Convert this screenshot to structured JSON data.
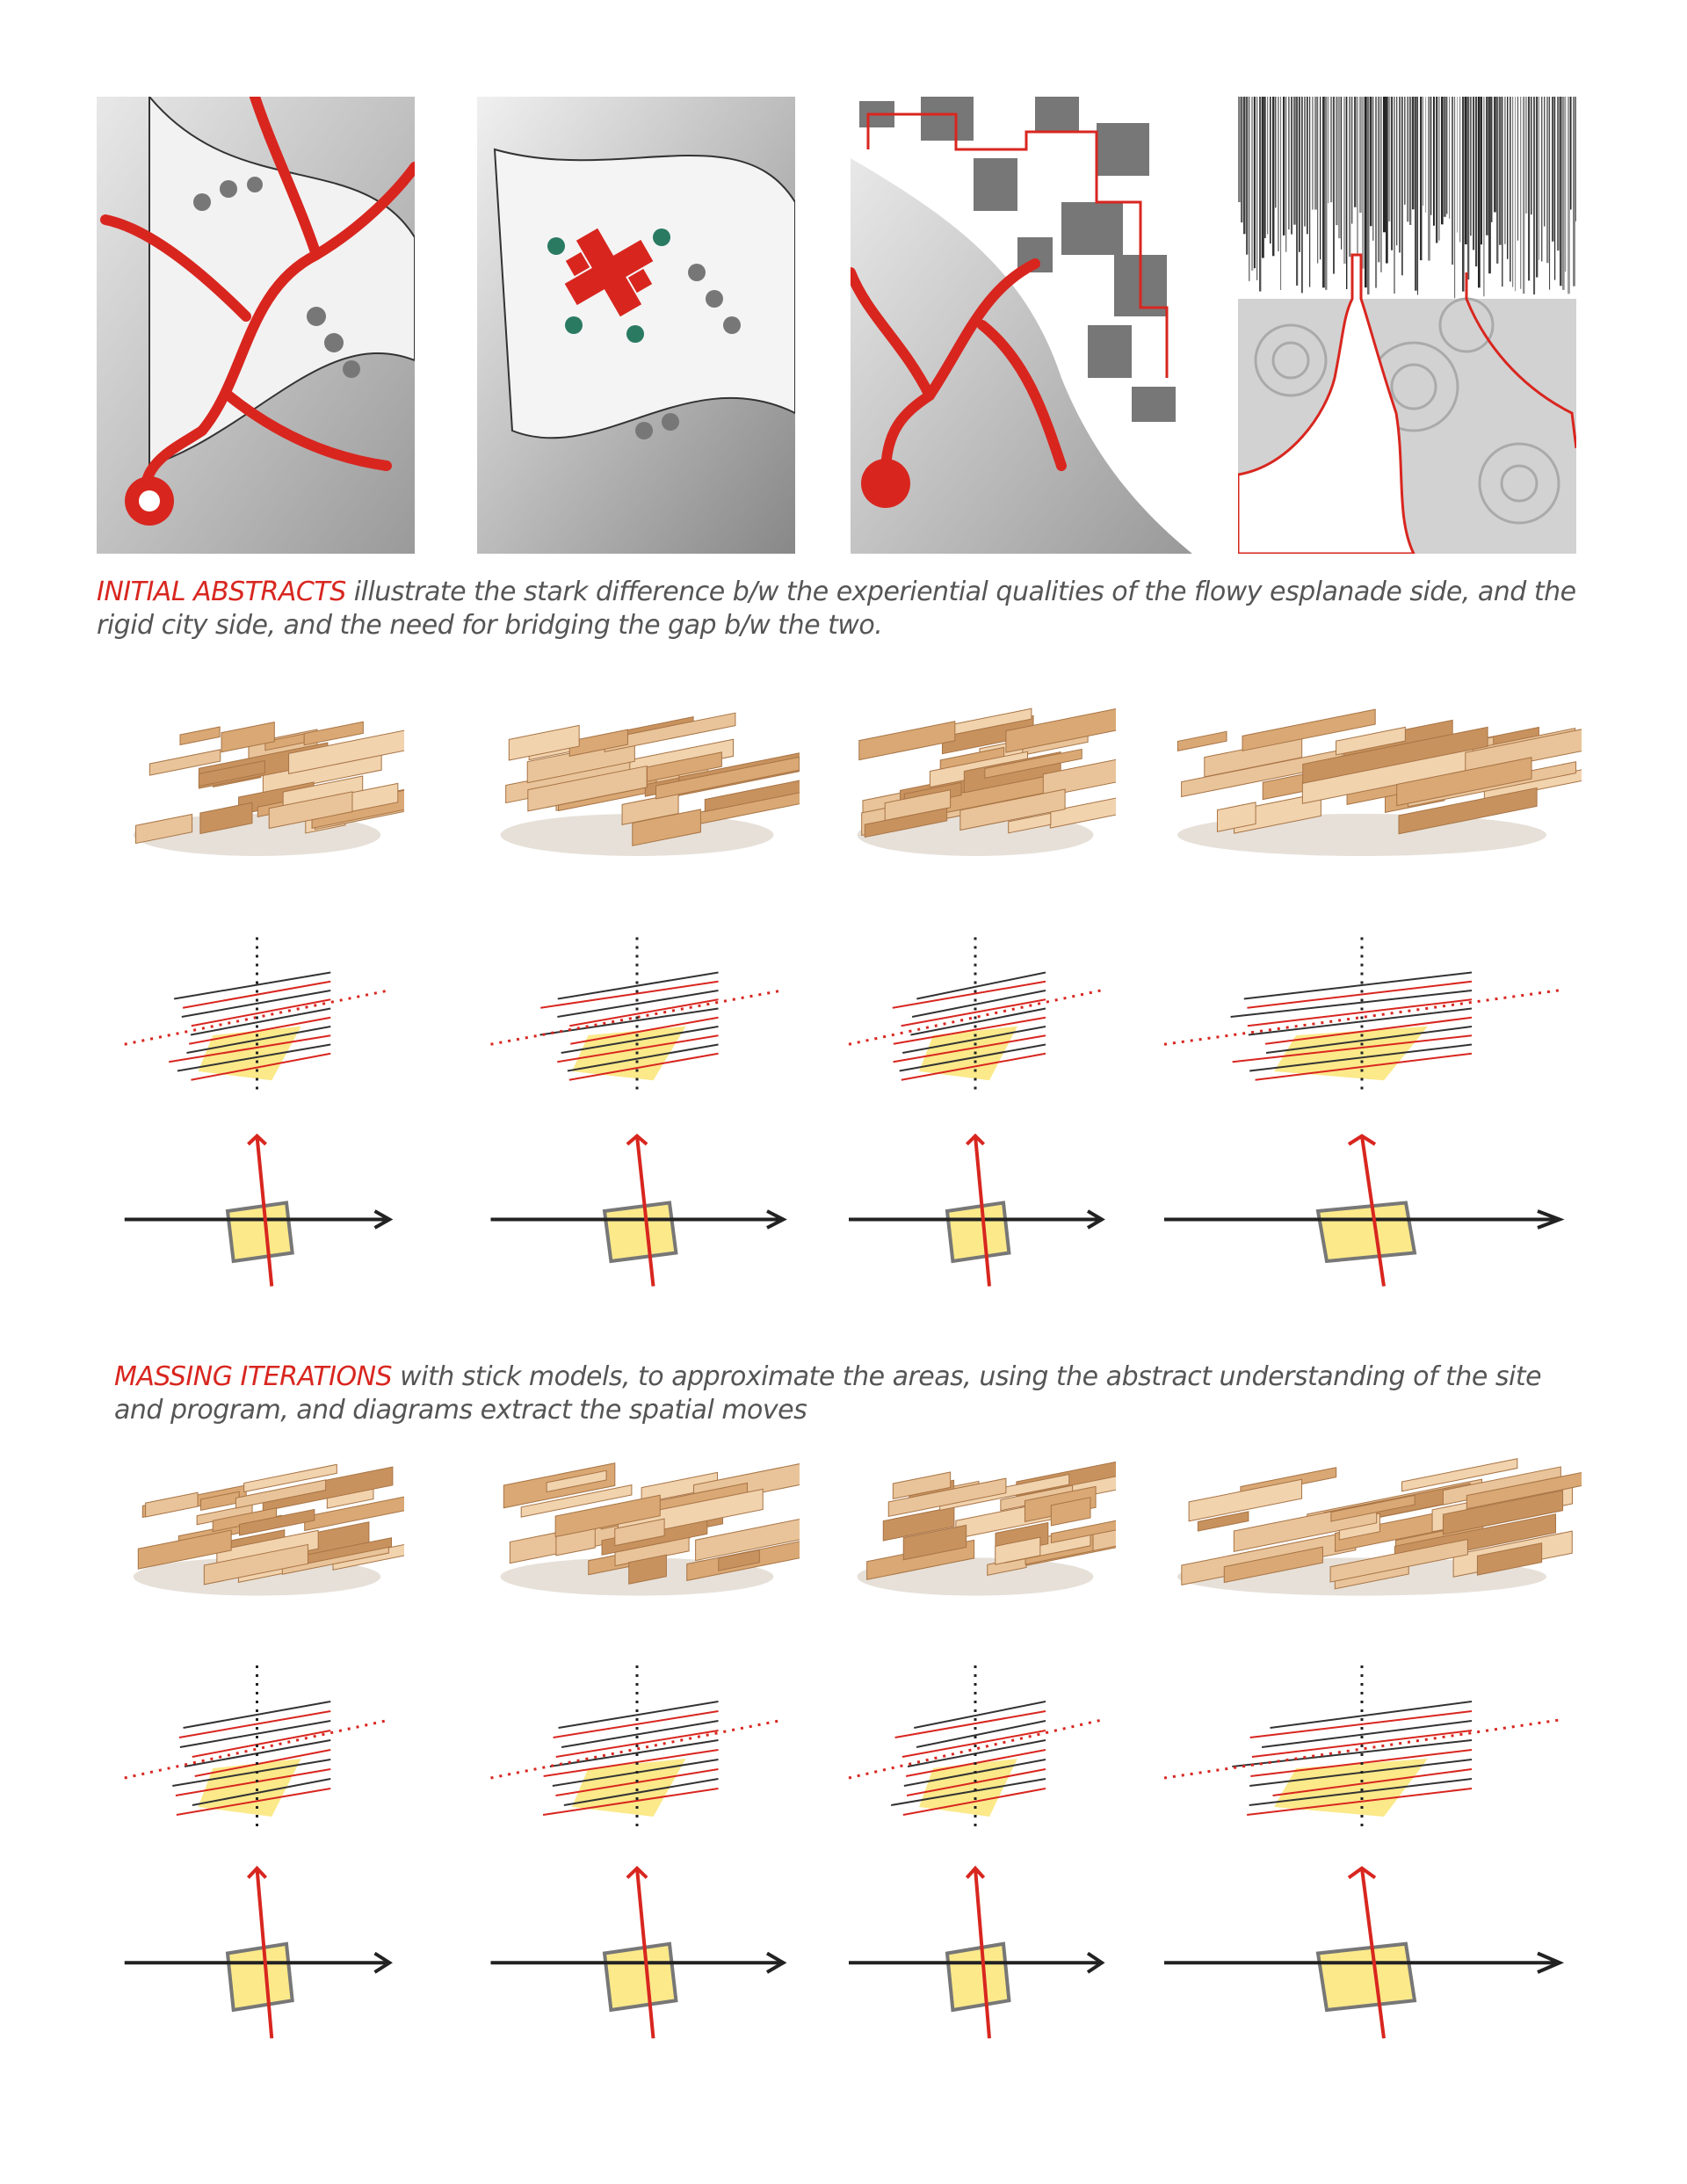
{
  "section1": {
    "caption_highlight": "INITIAL ABSTRACTS",
    "caption_text": " illustrate the stark difference b/w the experiential qualities of the flowy esplanade side, and the rigid city side, and the need for bridging the gap b/w the two."
  },
  "section2": {
    "caption_highlight": "MASSING ITERATIONS",
    "caption_text": " with stick models, to approximate the areas, using the abstract understanding of the site and program, and diagrams extract the spatial moves"
  },
  "colors": {
    "accent_red": "#d8261f",
    "diagram_yellow": "#fbe98a",
    "wood": "#e2b98a",
    "caption_gray": "#555555"
  }
}
